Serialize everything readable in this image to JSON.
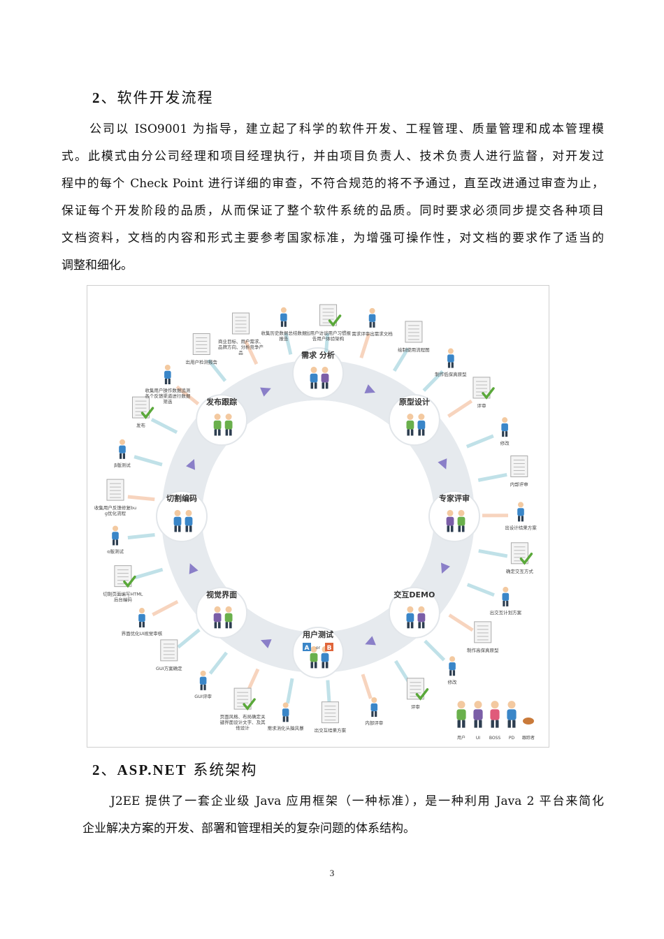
{
  "section1": {
    "heading_num": "2",
    "heading_text": "、软件开发流程",
    "lines": [
      "公司以 ISO9001 为指导，建立起了科学的软件开发、工程管理、质量管理和成本管理模",
      "式。此模式由分公司经理和项目经理执行，并由项目负责人、技术负责人进行监督，对开发过",
      "程中的每个 Check Point 进行详细的审查，不符合规范的将不予通过，直至改进通过审查为止，",
      "保证每个开发阶段的品质，从而保证了整个软件系统的品质。同时要求必须同步提交各种项目",
      "文档资料，文档的内容和形式主要参考国家标准，为增强可操作性，对文档的要求作了适当的",
      "调整和细化。"
    ]
  },
  "diagram": {
    "ring_stages": [
      "需求 分析",
      "原型设计",
      "专家评审",
      "交互DEMO",
      "用户测试",
      "视觉界面",
      "切割编码",
      "发布跟踪"
    ],
    "outer_steps": [
      "商业目标、用户需求、品牌方向、分析竞争产品",
      "收集历史数据总结数据报告",
      "出用户访谈用户习惯报告用户体验架构",
      "需求评审出需求文档",
      "绘制使用流程图",
      "制作低保真原型",
      "评审",
      "修改",
      "内部评审",
      "出设计结果方案",
      "确定交互方式",
      "出交互计划方案",
      "制作高保真原型",
      "修改",
      "评审",
      "内部评审",
      "出交互结果方案",
      "需求消化头脑风暴",
      "页面风格、布局确定关键界面设计文字、及其他设计",
      "GUI评审",
      "GUI方案确定",
      "界面优化UI视觉审核",
      "切割页面编写HTML后台编码",
      "α版测试",
      "收集用户反馈修复bug优化流程",
      "β版测试",
      "发布",
      "收集用户操作数据追测各个反馈渠道进行数据筛选",
      "出用户检测报告"
    ],
    "legend": [
      "用户",
      "UI",
      "BOSS",
      "PD",
      "跟踪者"
    ],
    "ab_labels": [
      "A",
      "or",
      "B"
    ]
  },
  "section2": {
    "heading_num": "2",
    "heading_bold": "ASP.NET",
    "heading_text": " 系统架构",
    "lines": [
      "J2EE 提供了一套企业级 Java 应用框架（一种标准），是一种利用 Java 2 平台来简化",
      "企业解决方案的开发、部署和管理相关的复杂问题的体系结构。"
    ]
  },
  "page_number": "3",
  "colors": {
    "ring": "#e6eaee",
    "arrow_blue": "#8ec9d6",
    "arrow_orange": "#f2b28a",
    "arrow_purple": "#8a7fc8",
    "person_blue": "#3a86c8",
    "person_green": "#6ab04c",
    "person_purple": "#7b5ea7",
    "person_red": "#e05a7a"
  }
}
